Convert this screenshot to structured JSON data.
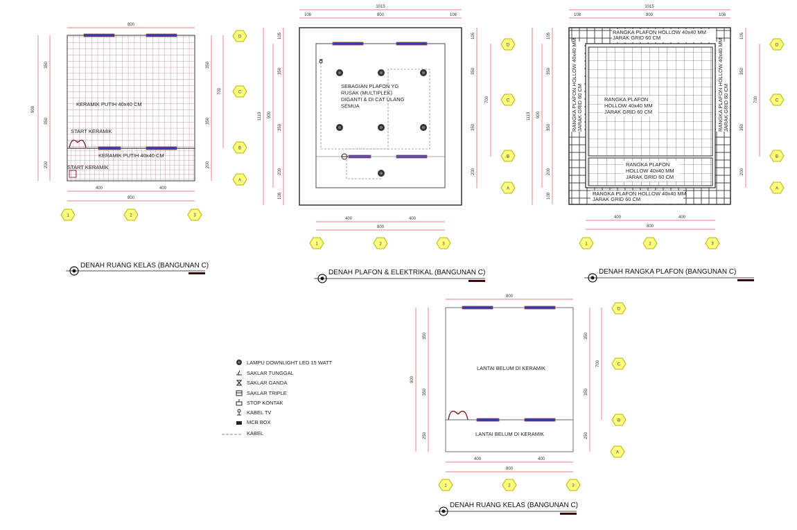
{
  "colors": {
    "dim_line": "#e05050",
    "grid_line": "#9a2a5a",
    "wall": "#555555",
    "bubble_fill": "#ffff80",
    "bubble_stroke": "#b3b300",
    "window_blue": "#2b3fb5",
    "window_red": "#b04040"
  },
  "plan1": {
    "dim_top": "800",
    "dim_left_total": "900",
    "dim_left_segments": [
      "350",
      "350",
      "200"
    ],
    "dim_right_segments": [
      "350",
      "350",
      "200"
    ],
    "dim_right_total": "700",
    "dim_bottom_segments": [
      "400",
      "400"
    ],
    "dim_bottom_total": "800",
    "grid_rows": [
      "D",
      "C",
      "B",
      "A"
    ],
    "grid_cols": [
      "1",
      "2",
      "3"
    ],
    "label_main": "KERAMIK PUTIH 40x40 CM",
    "label_start1": "START KERAMIK",
    "label_lower": "KERAMIK PUTIH 40x40 CM",
    "label_start2": "START KERAMIK",
    "title": "DENAH RUANG KELAS (BANGUNAN C)"
  },
  "plan2": {
    "dim_top_total": "1015",
    "dim_top_segments": [
      "108",
      "800",
      "108"
    ],
    "dim_left_total": "1113",
    "dim_left_inner": "900",
    "dim_left_segments": [
      "105",
      "350",
      "350",
      "200",
      "108"
    ],
    "dim_right_segments": [
      "105",
      "350",
      "350",
      "200"
    ],
    "dim_right_total": "700",
    "dim_bottom_segments": [
      "400",
      "400"
    ],
    "dim_bottom_total": "800",
    "grid_rows": [
      "D",
      "C",
      "B",
      "A"
    ],
    "grid_cols": [
      "1",
      "2",
      "3"
    ],
    "note_lines": [
      "SEBAGIAN PLAFON YG",
      "RUSAK (MULTIPLEK)",
      "DIGANTI & DI CAT ULANG",
      "SEMUA"
    ],
    "title": "DENAH PLAFON & ELEKTRIKAL (BANGUNAN C)"
  },
  "plan3": {
    "dim_top_total": "1015",
    "dim_top_segments": [
      "108",
      "800",
      "108"
    ],
    "dim_left_total": "1113",
    "dim_left_inner": "900",
    "dim_left_segments": [
      "105",
      "350",
      "350",
      "200",
      "108"
    ],
    "dim_right_segments": [
      "105",
      "350",
      "350",
      "200"
    ],
    "dim_right_total": "700",
    "dim_bottom_segments": [
      "400",
      "400"
    ],
    "dim_bottom_total": "800",
    "grid_rows": [
      "D",
      "C",
      "B",
      "A"
    ],
    "grid_cols": [
      "1",
      "2",
      "3"
    ],
    "label_top": [
      "RANGKA PLAFON HOLLOW 40x40 MM",
      "JARAK GRID 60 CM"
    ],
    "label_center": [
      "RANGKA PLAFON",
      "HOLLOW 40x40 MM",
      "JARAK GRID 60 CM"
    ],
    "label_lower": [
      "RANGKA PLAFON",
      "HOLLOW 40x40 MM",
      "JARAK GRID 60 CM"
    ],
    "label_bottom": [
      "RANGKA PLAFON HOLLOW 40x40 MM",
      "JARAK GRID 60 CM"
    ],
    "label_side_left": [
      "RANGKA PLAFON HOLLOW 40x40 MM",
      "JARAK GRID 60 CM"
    ],
    "label_side_right": [
      "RANGKA PLAFON HOLLOW 40x40 MM",
      "JARAK GRID 60 CM"
    ],
    "title": "DENAH RANGKA PLAFON (BANGUNAN C)"
  },
  "plan4": {
    "dim_top": "800",
    "dim_left_total": "900",
    "dim_left_segments": [
      "350",
      "350",
      "250"
    ],
    "dim_right_segments": [
      "350",
      "350",
      "250"
    ],
    "dim_right_total": "700",
    "dim_bottom_segments": [
      "400",
      "400"
    ],
    "dim_bottom_total": "800",
    "grid_rows": [
      "D",
      "C",
      "B",
      "A"
    ],
    "grid_cols": [
      "1",
      "2",
      "3"
    ],
    "label_main": "LANTAI BELUM DI KERAMIK",
    "label_lower": "LANTAI BELUM DI KERAMIK",
    "title": "DENAH RUANG KELAS (BANGUNAN C)"
  },
  "legend": [
    {
      "icon": "downlight-icon",
      "label": "LAMPU DOWNLIGHT LED 15 WATT"
    },
    {
      "icon": "single-switch-icon",
      "label": "SAKLAR TUNGGAL"
    },
    {
      "icon": "double-switch-icon",
      "label": "SAKLAR GANDA"
    },
    {
      "icon": "triple-switch-icon",
      "label": "SAKLAR TRIPLE"
    },
    {
      "icon": "outlet-icon",
      "label": "STOP KONTAK"
    },
    {
      "icon": "tv-cable-icon",
      "label": "KABEL TV"
    },
    {
      "icon": "mcb-box-icon",
      "label": "MCB BOX"
    },
    {
      "icon": "cable-icon",
      "label": "KABEL"
    }
  ]
}
